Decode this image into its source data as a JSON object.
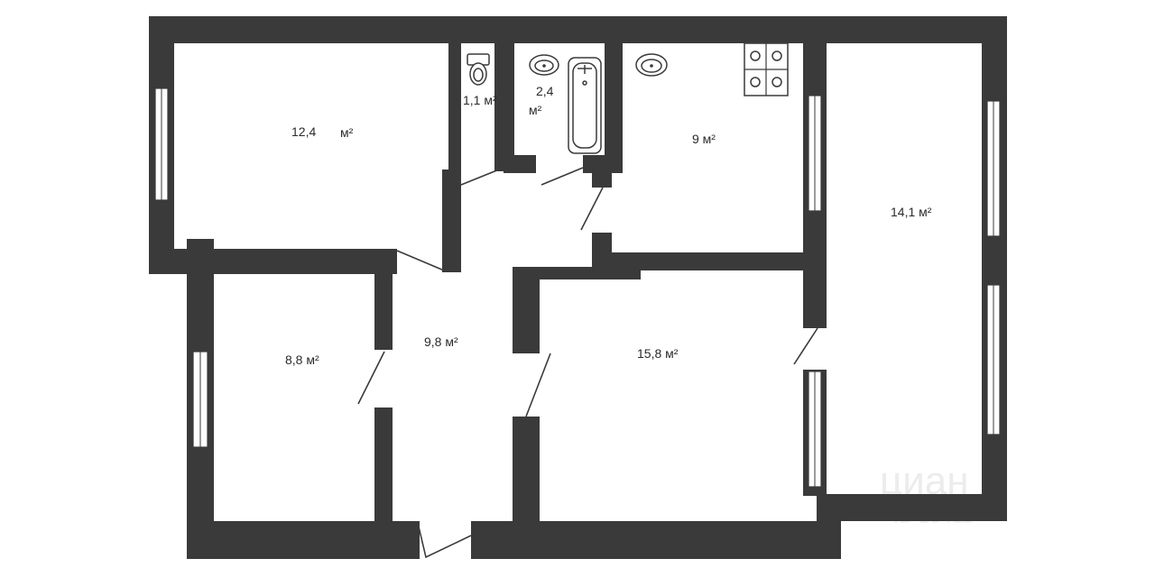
{
  "rooms": [
    {
      "id": "room-12-4",
      "area": "12,4",
      "unit": "м²"
    },
    {
      "id": "toilet",
      "area": "1,1 м²"
    },
    {
      "id": "bathroom",
      "area": "2,4",
      "unit": "м²"
    },
    {
      "id": "kitchen",
      "area": "9 м²"
    },
    {
      "id": "room-14-1",
      "area": "14,1 м²"
    },
    {
      "id": "room-8-8",
      "area": "8,8 м²"
    },
    {
      "id": "hall",
      "area": "9,8 м²"
    },
    {
      "id": "room-15-8",
      "area": "15,8 м²"
    }
  ],
  "watermark": {
    "brand": "циан",
    "listing_id": "ID 13411"
  },
  "icons": [
    "toilet-icon",
    "sink-icon",
    "bathtub-icon",
    "stove-icon"
  ],
  "colors": {
    "wall": "#3a3a3a",
    "background": "#ffffff"
  }
}
